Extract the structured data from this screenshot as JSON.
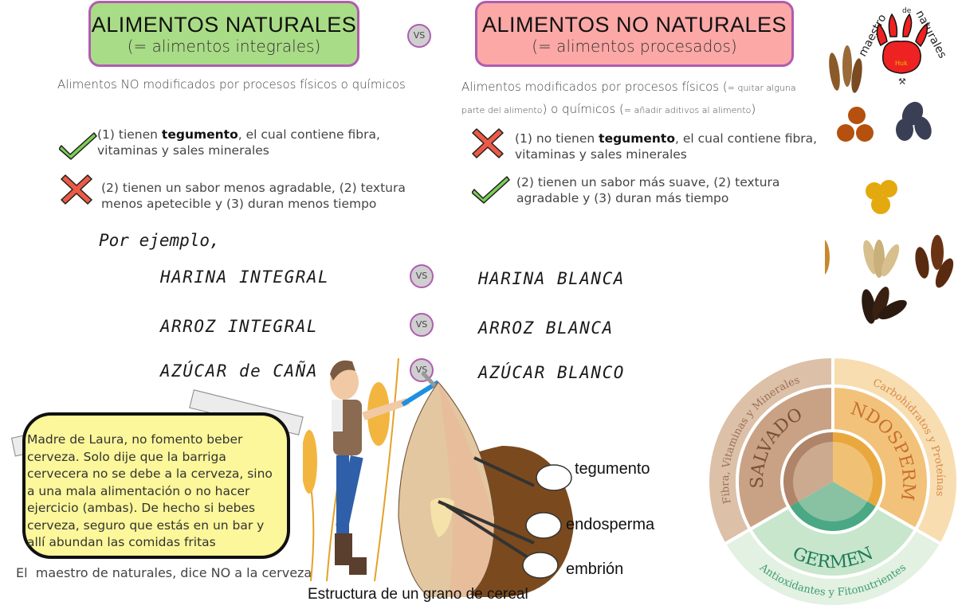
{
  "left_panel": {
    "title": "ALIMENTOS NATURALES",
    "subtitle": "(= alimentos integrales)",
    "color": "#a9dc86",
    "description": "Alimentos NO modificados por procesos físicos o químicos",
    "items": [
      {
        "icon": "check-icon",
        "prefix": "(1) tienen ",
        "bold": "tegumento",
        "suffix": ", el cual contiene fibra, vitaminas y sales minerales"
      },
      {
        "icon": "cross-icon",
        "prefix": "(2) tienen un sabor menos agradable, (2) textura menos apetecible y (3) duran menos tiempo",
        "bold": "",
        "suffix": ""
      }
    ]
  },
  "vs_label": "VS",
  "right_panel": {
    "title": "ALIMENTOS NO NATURALES",
    "subtitle": "(= alimentos procesados)",
    "color": "#fba8a6",
    "description_a": "Alimentos modificados por procesos físicos (",
    "description_a_small": "= quitar alguna parte del alimento",
    "description_b": ") o químicos (",
    "description_b_small": "= añadir aditivos al alimento",
    "description_c": ")",
    "items": [
      {
        "icon": "cross-icon",
        "prefix": "(1) no tienen ",
        "bold": "tegumento",
        "suffix": ", el cual contiene fibra, vitaminas y sales minerales"
      },
      {
        "icon": "check-icon",
        "prefix": "(2) tienen un sabor más suave, (2) textura agradable y (3) duran más tiempo",
        "bold": "",
        "suffix": ""
      }
    ]
  },
  "examples": {
    "heading": "Por ejemplo,",
    "pairs": [
      {
        "natural": "HARINA INTEGRAL",
        "processed": "HARINA BLANCA"
      },
      {
        "natural": "ARROZ INTEGRAL",
        "processed": "ARROZ BLANCA"
      },
      {
        "natural": "AZÚCAR de CAÑA",
        "processed": "AZÚCAR BLANCO"
      }
    ]
  },
  "logo": {
    "text_left": "maestro",
    "text_mid": "de",
    "text_right": "naturales",
    "badge": "Huk"
  },
  "note": {
    "text": "Madre de Laura, no fomento beber cerveza. Solo dije que la barriga cervecera no se debe a la cerveza, sino a una mala alimentación o no hacer ejercicio (ambas). De hecho si bebes cerveza, seguro que estás en un bar y allí abundan las comidas fritas",
    "caption": "El  maestro de naturales, dice NO a la cerveza"
  },
  "grain_diagram": {
    "caption": "Estructura de un grano de cereal",
    "labels": [
      "tegumento",
      "endosperma",
      "embrión"
    ]
  },
  "nutrient_wheel": {
    "segments": [
      {
        "name": "SALVADO",
        "nutrients": "Fibra, Vitaminas y Minerales",
        "color": "#c9a285",
        "outer": "#dcc0a8",
        "text": "#7a5038"
      },
      {
        "name": "ENDOSPERMO",
        "nutrients": "Carbohidratos y Proteínas",
        "color": "#f2c27a",
        "outer": "#f8ddb0",
        "text": "#c8702c"
      },
      {
        "name": "GERMEN",
        "nutrients": "Antioxidantes y Fitonutrientes",
        "color": "#c7e6cc",
        "outer": "#e2f1e1",
        "text": "#1f7a5a"
      }
    ]
  },
  "accent_colors": {
    "border": "#b05cb0",
    "check": "#7ccf55",
    "cross": "#ec5a45"
  }
}
